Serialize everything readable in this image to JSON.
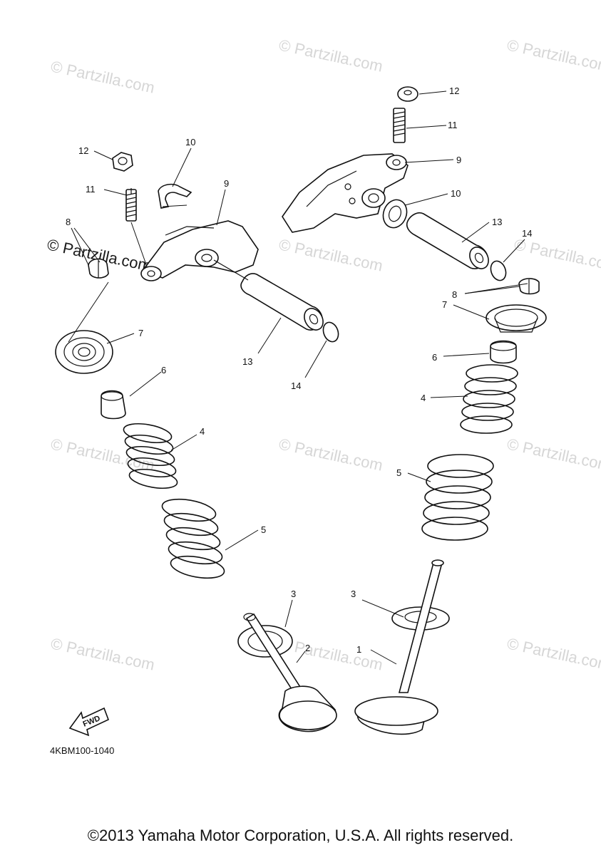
{
  "watermark": {
    "text": "© Partzilla.com",
    "dark_text": "© Partzilla.com"
  },
  "callouts": {
    "c1": "1",
    "c2": "2",
    "c3a": "3",
    "c3b": "3",
    "c4a": "4",
    "c4b": "4",
    "c5a": "5",
    "c5b": "5",
    "c6a": "6",
    "c6b": "6",
    "c7a": "7",
    "c7b": "7",
    "c8a": "8",
    "c8b": "8",
    "c9a": "9",
    "c9b": "9",
    "c10a": "10",
    "c10b": "10",
    "c11a": "11",
    "c11b": "11",
    "c12a": "12",
    "c12b": "12",
    "c13a": "13",
    "c13b": "13",
    "c14a": "14",
    "c14b": "14"
  },
  "fwd_label": "FWD",
  "diagram_code": "4KBM100-1040",
  "copyright": "©2013 Yamaha Motor Corporation, U.S.A. All rights reserved."
}
